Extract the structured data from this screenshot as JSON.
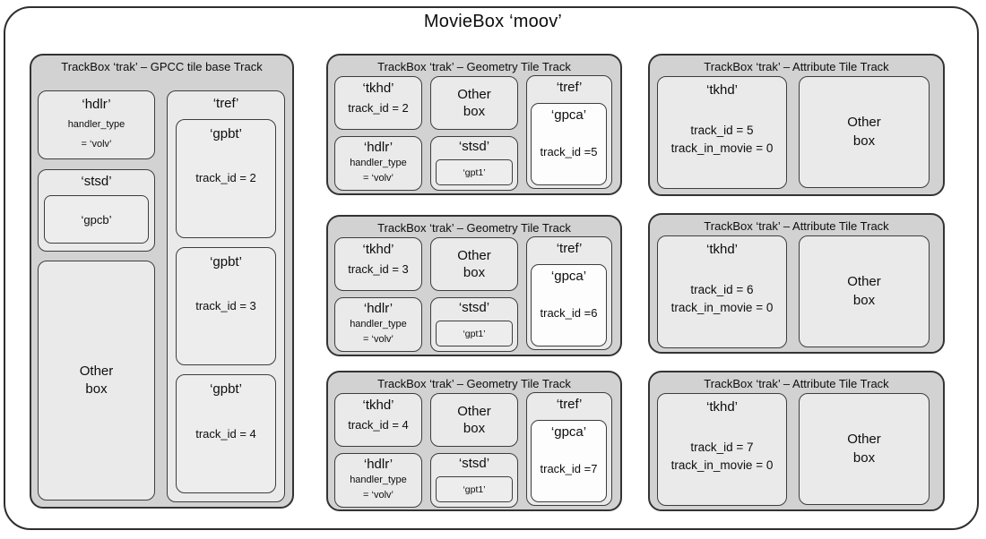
{
  "diagram": {
    "title": "MovieBox ‘moov’"
  },
  "base_track": {
    "header": "TrackBox ‘trak’ – GPCC tile base Track",
    "hdlr": {
      "title": "‘hdlr’",
      "line1": "handler_type",
      "line2": "= ‘volv’"
    },
    "stsd": {
      "title": "‘stsd’",
      "inner": "‘gpcb’"
    },
    "other": "Other\nbox",
    "tref": {
      "title": "‘tref’",
      "items": [
        {
          "title": "‘gpbt’",
          "sub": "track_id = 2"
        },
        {
          "title": "‘gpbt’",
          "sub": "track_id = 3"
        },
        {
          "title": "‘gpbt’",
          "sub": "track_id = 4"
        }
      ]
    }
  },
  "geometry_tracks": [
    {
      "header": "TrackBox ‘trak’ – Geometry Tile Track",
      "tkhd": {
        "title": "‘tkhd’",
        "sub": "track_id = 2"
      },
      "other": "Other\nbox",
      "tref": {
        "title": "‘tref’",
        "gpca": {
          "title": "‘gpca’",
          "sub": "track_id =5"
        }
      },
      "hdlr": {
        "title": "‘hdlr’",
        "line1": "handler_type",
        "line2": "= ‘volv’"
      },
      "stsd": {
        "title": "‘stsd’",
        "inner": "‘gpt1’"
      }
    },
    {
      "header": "TrackBox ‘trak’ – Geometry Tile Track",
      "tkhd": {
        "title": "‘tkhd’",
        "sub": "track_id = 3"
      },
      "other": "Other\nbox",
      "tref": {
        "title": "‘tref’",
        "gpca": {
          "title": "‘gpca’",
          "sub": "track_id =6"
        }
      },
      "hdlr": {
        "title": "‘hdlr’",
        "line1": "handler_type",
        "line2": "= ‘volv’"
      },
      "stsd": {
        "title": "‘stsd’",
        "inner": "‘gpt1’"
      }
    },
    {
      "header": "TrackBox ‘trak’ – Geometry Tile Track",
      "tkhd": {
        "title": "‘tkhd’",
        "sub": "track_id = 4"
      },
      "other": "Other\nbox",
      "tref": {
        "title": "‘tref’",
        "gpca": {
          "title": "‘gpca’",
          "sub": "track_id =7"
        }
      },
      "hdlr": {
        "title": "‘hdlr’",
        "line1": "handler_type",
        "line2": "= ‘volv’"
      },
      "stsd": {
        "title": "‘stsd’",
        "inner": "‘gpt1’"
      }
    }
  ],
  "attribute_tracks": [
    {
      "header": "TrackBox ‘trak’ – Attribute Tile Track",
      "tkhd": {
        "title": "‘tkhd’",
        "line1": "track_id = 5",
        "line2": "track_in_movie = 0"
      },
      "other": "Other\nbox"
    },
    {
      "header": "TrackBox ‘trak’ – Attribute Tile Track",
      "tkhd": {
        "title": "‘tkhd’",
        "line1": "track_id = 6",
        "line2": "track_in_movie = 0"
      },
      "other": "Other\nbox"
    },
    {
      "header": "TrackBox ‘trak’ – Attribute Tile Track",
      "tkhd": {
        "title": "‘tkhd’",
        "line1": "track_id = 7",
        "line2": "track_in_movie = 0"
      },
      "other": "Other\nbox"
    }
  ]
}
